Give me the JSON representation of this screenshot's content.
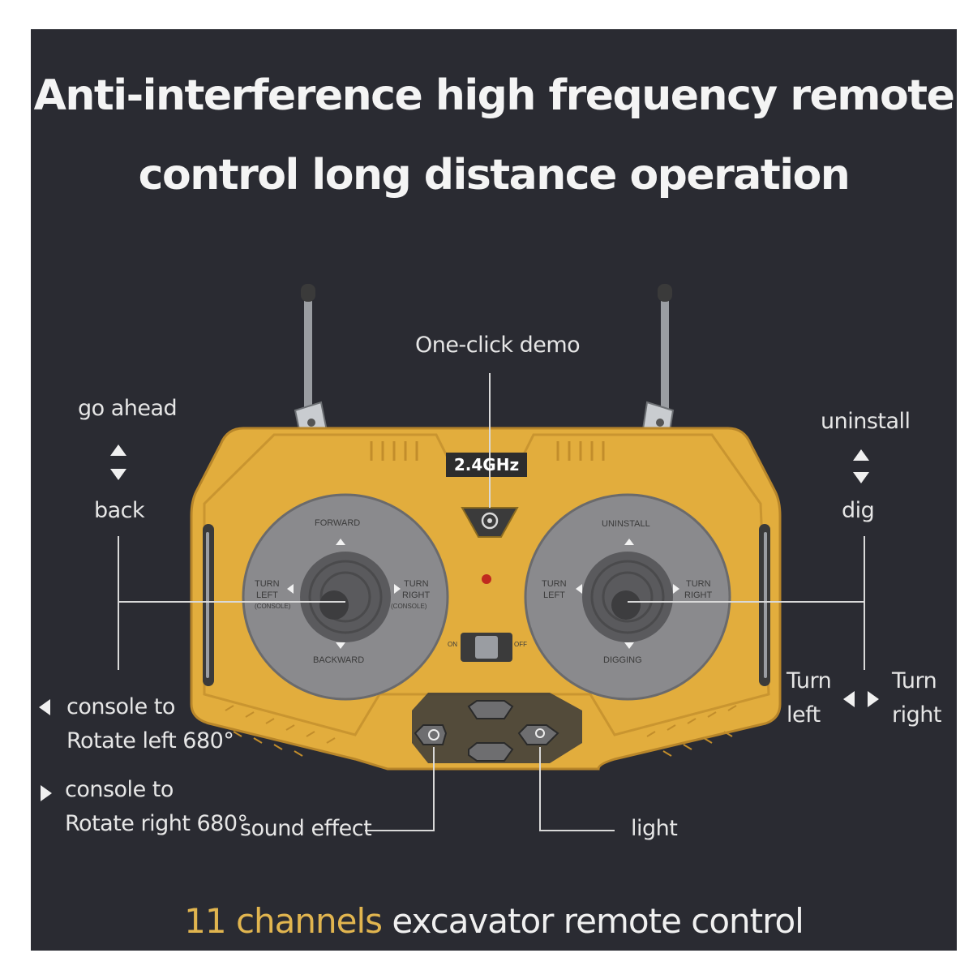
{
  "headline": {
    "line1": "Anti-interference high frequency remote",
    "line2": "control long distance operation"
  },
  "labels": {
    "one_click_demo": "One-click demo",
    "go_ahead": "go ahead",
    "back": "back",
    "uninstall": "uninstall",
    "dig": "dig",
    "turn_left_1": "Turn",
    "turn_left_2": "left",
    "turn_right_1": "Turn",
    "turn_right_2": "right",
    "console_left_1": "console to",
    "console_left_2": "Rotate left 680°",
    "console_right_1": "console to",
    "console_right_2": "Rotate right 680°",
    "sound_effect": "sound effect",
    "light": "light"
  },
  "controller": {
    "frequency_badge": "2.4GHz",
    "left_stick": {
      "forward": "FORWARD",
      "backward": "BACKWARD",
      "turn_left_1": "TURN",
      "turn_left_2": "LEFT",
      "turn_left_3": "(CONSOLE)",
      "turn_right_1": "TURN",
      "turn_right_2": "RIGHT",
      "turn_right_3": "(CONSOLE)"
    },
    "right_stick": {
      "uninstall": "UNINSTALL",
      "digging": "DIGGING",
      "turn_left_1": "TURN",
      "turn_left_2": "LEFT",
      "turn_right_1": "TURN",
      "turn_right_2": "RIGHT"
    },
    "power_on": "ON",
    "power_off": "OFF"
  },
  "footer": {
    "accent": "11 channels",
    "rest": " excavator remote control"
  },
  "colors": {
    "background": "#2a2b32",
    "controller_body": "#e2ad3d",
    "accent_text": "#e1b54f",
    "dial": "#8a8a8d"
  }
}
